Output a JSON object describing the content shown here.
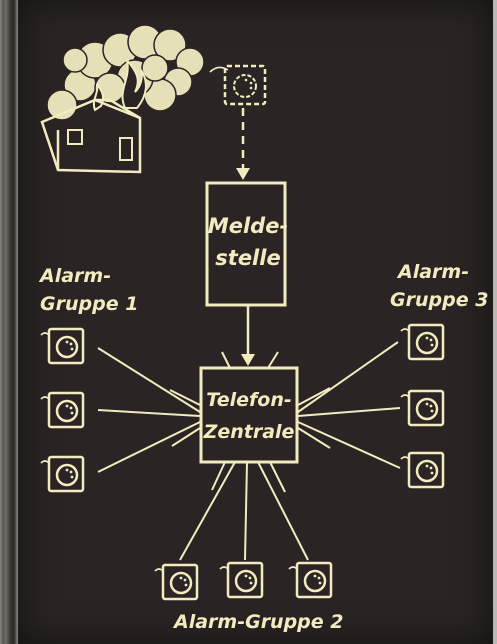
{
  "colors": {
    "chalk": "#f1ecbf",
    "board": "#2a2524",
    "smoke": "#e6e0b8"
  },
  "nodes": {
    "meldestelle": {
      "line1": "Melde-",
      "line2": "stelle"
    },
    "zentrale": {
      "line1": "Telefon-",
      "line2": "Zentrale"
    }
  },
  "groups": {
    "g1": {
      "line1": "Alarm-",
      "line2": "Gruppe 1"
    },
    "g2": {
      "line1": "Alarm-Gruppe 2"
    },
    "g3": {
      "line1": "Alarm-",
      "line2": "Gruppe 3"
    }
  },
  "icons": [
    "burning-house-icon",
    "fire-alarm-phone-icon",
    "telephone-icon"
  ]
}
